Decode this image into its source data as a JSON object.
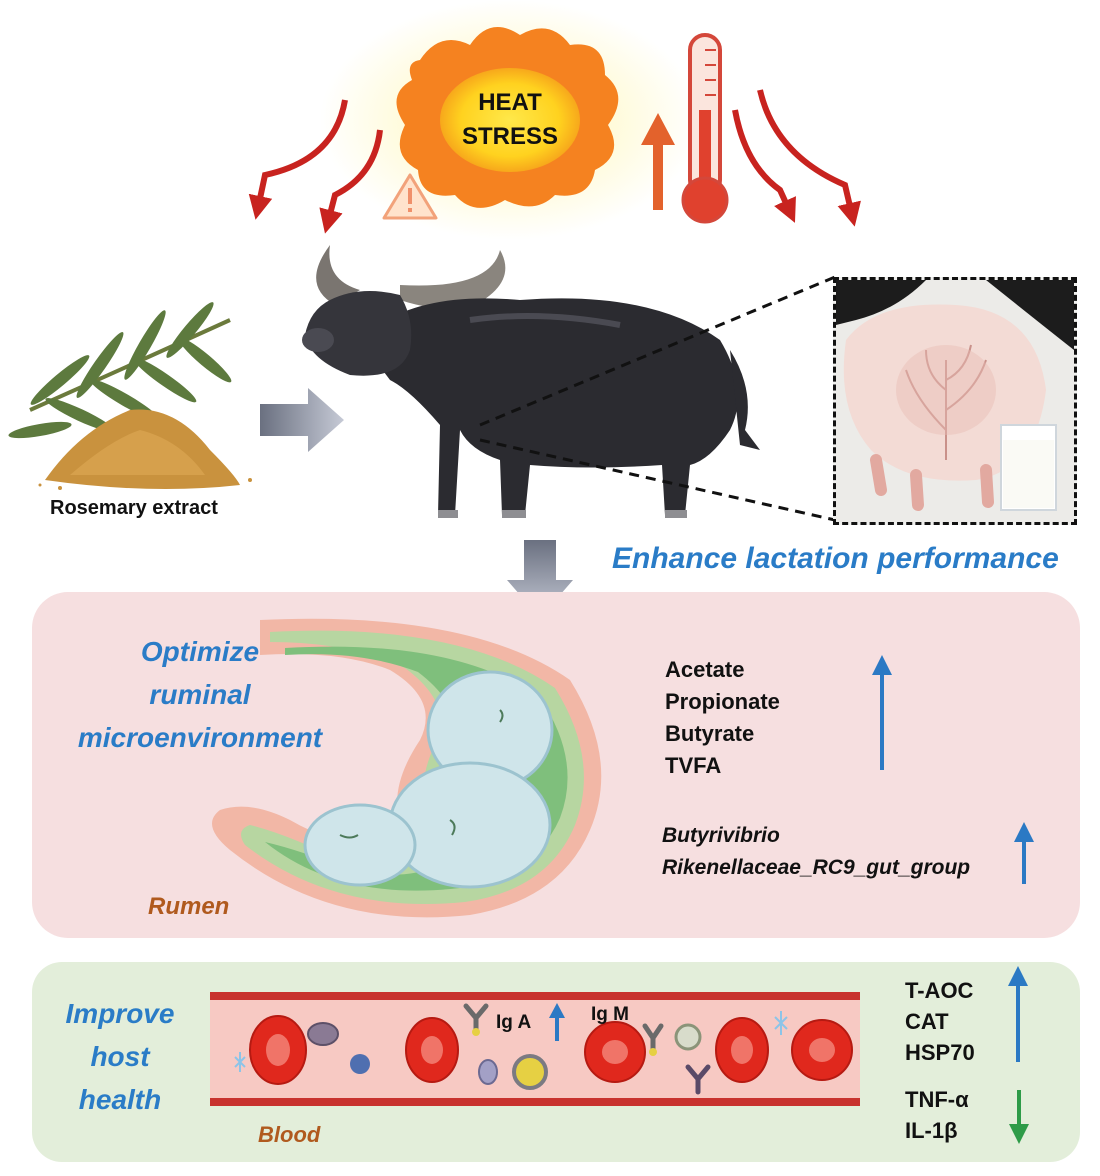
{
  "heat_stress": {
    "line1": "HEAT",
    "line2": "STRESS"
  },
  "rosemary": {
    "label": "Rosemary extract"
  },
  "lactation": {
    "label": "Enhance lactation performance"
  },
  "rumen_panel": {
    "title_line1": "Optimize",
    "title_line2": "ruminal",
    "title_line3": "microenvironment",
    "organ_label": "Rumen",
    "vfa": [
      "Acetate",
      "Propionate",
      "Butyrate",
      "TVFA"
    ],
    "vfa_trend": "up",
    "bacteria": [
      "Butyrivibrio",
      "Rikenellaceae_RC9_gut_group"
    ],
    "bacteria_trend": "up"
  },
  "blood_panel": {
    "title_line1": "Improve",
    "title_line2": "host",
    "title_line3": "health",
    "organ_label": "Blood",
    "iga_label": "Ig A",
    "igm_label": "Ig M",
    "antioxidants": [
      "T-AOC",
      "CAT",
      "HSP70"
    ],
    "antioxidants_trend": "up",
    "cytokines": [
      "TNF-α",
      "IL-1β"
    ],
    "cytokines_trend": "down"
  },
  "colors": {
    "blue_accent": "#2a7cc7",
    "rumen_panel_bg": "#f6dfe0",
    "blood_panel_bg": "#e3eeda",
    "heat_arrow": "#c8231f",
    "up_arrow": "#2b79c4",
    "down_arrow": "#2e9b48"
  }
}
